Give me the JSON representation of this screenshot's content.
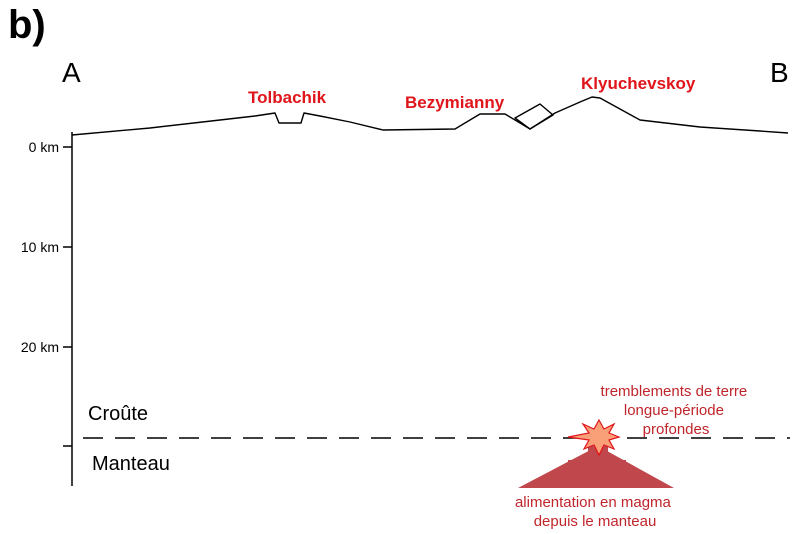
{
  "panel_label": "b)",
  "section": {
    "start_label": "A",
    "end_label": "B"
  },
  "depth_ticks": [
    "0 km",
    "10 km",
    "20 km"
  ],
  "volcanoes": {
    "tolbachik": "Tolbachik",
    "bezymianny": "Bezymianny",
    "klyuchevskoy": "Klyuchevskoy"
  },
  "layers": {
    "upper": "Croûte",
    "lower": "Manteau"
  },
  "earthquakes": {
    "lines": [
      "tremblements de terre",
      "longue-période",
      "profondes"
    ]
  },
  "magma_supply": {
    "lines": [
      "alimentation en magma",
      "depuis le manteau"
    ]
  },
  "colors": {
    "volcano_label": "#e0151b",
    "annotation": "#c0252b",
    "arrow": "#c0474b",
    "burst_fill": "#f9a078",
    "burst_stroke": "#e0151b"
  }
}
